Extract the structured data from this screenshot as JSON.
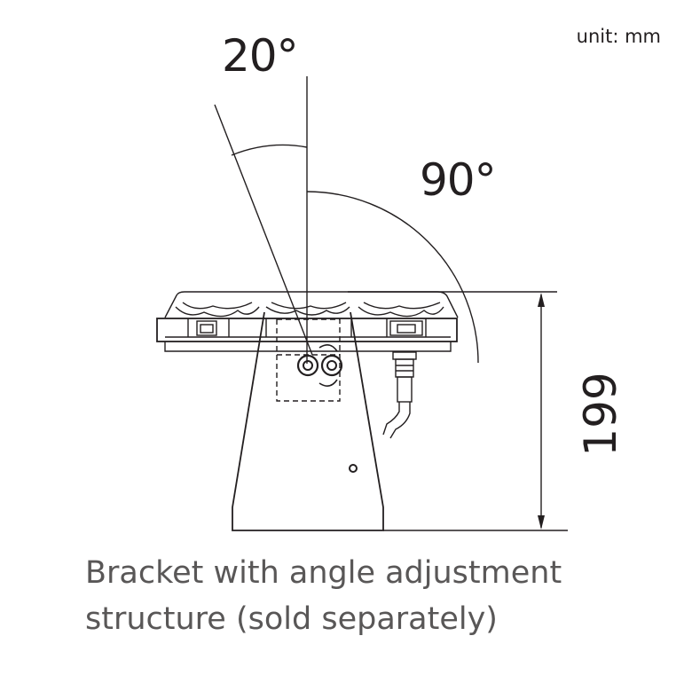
{
  "labels": {
    "unit": "unit: mm",
    "tilt_angle": "20°",
    "rotate_angle": "90°",
    "height": "199"
  },
  "caption": {
    "line1": "Bracket with angle adjustment",
    "line2": "structure (sold separately)"
  },
  "colors": {
    "line": "#231f20",
    "caption": "#595757"
  }
}
